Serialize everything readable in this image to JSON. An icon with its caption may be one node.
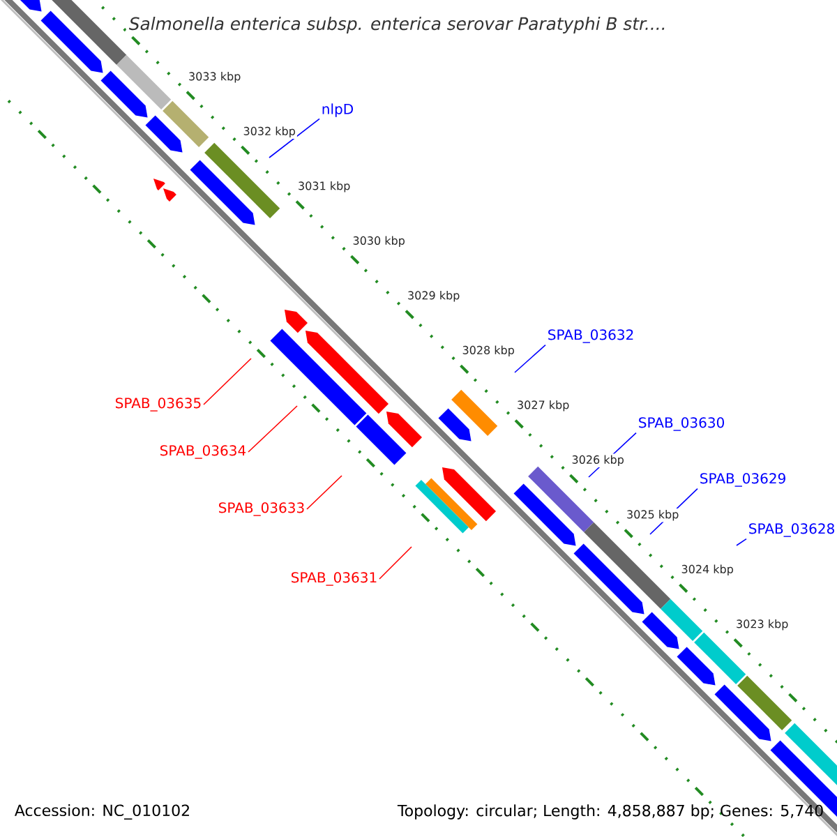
{
  "diagram": {
    "title": "Salmonella enterica subsp. enterica serovar Paratyphi B str....",
    "nodes": [
      {
        "text": [
          "nlpD"
        ]
      },
      {
        "text": [
          "SPAB_03632"
        ]
      },
      {
        "text": [
          "SPAB_03635"
        ]
      },
      {
        "text": [
          "SPAB_03630"
        ]
      },
      {
        "text": [
          "SPAB_03634"
        ]
      },
      {
        "text": [
          "SPAB_03629"
        ]
      },
      {
        "text": [
          "SPAB_03633"
        ]
      },
      {
        "text": [
          "SPAB_03628"
        ]
      },
      {
        "text": [
          "SPAB_03631"
        ]
      }
    ],
    "edges": [
      {
        "from": 0,
        "to": null,
        "arrow": "none"
      },
      {
        "from": 1,
        "to": null,
        "arrow": "none"
      },
      {
        "from": 2,
        "to": null,
        "arrow": "none",
        "color": "#ff0000"
      },
      {
        "from": 3,
        "to": null,
        "arrow": "none"
      },
      {
        "from": 4,
        "to": null,
        "arrow": "none",
        "color": "#ff0000"
      },
      {
        "from": 5,
        "to": null,
        "arrow": "none"
      },
      {
        "from": 6,
        "to": null,
        "arrow": "none",
        "color": "#ff0000"
      },
      {
        "from": 7,
        "to": null,
        "arrow": "none"
      },
      {
        "from": 8,
        "to": null,
        "arrow": "none",
        "color": "#ff0000"
      }
    ],
    "labels": [
      "3033 kbp",
      "3032 kbp",
      "3031 kbp",
      "3030 kbp",
      "3029 kbp",
      "3028 kbp",
      "3027 kbp",
      "3026 kbp",
      "3025 kbp",
      "3024 kbp",
      "3023 kbp",
      "Accession: NC_010102",
      "Topology: circular; Length: 4,858,887 bp; Genes: 5,740"
    ]
  }
}
